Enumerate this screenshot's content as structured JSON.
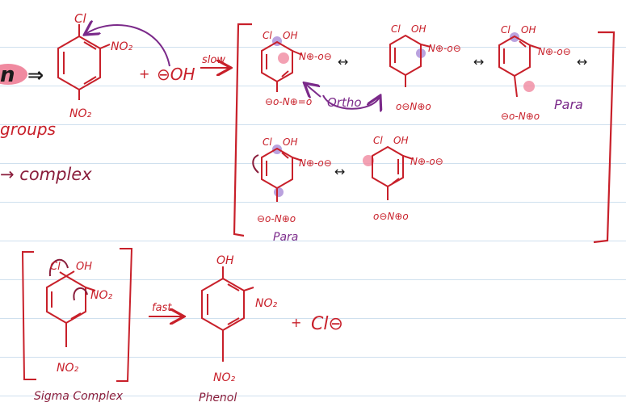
{
  "colors": {
    "ink": "#c8202a",
    "purple": "#7b2a8a",
    "maroon": "#8a1e3c",
    "highlight_purple": "#a98bd6",
    "highlight_pink": "#f08aa0",
    "ruling": "#cfe0ee"
  },
  "left_fragment": {
    "label": "n",
    "arrow": "⇒",
    "groups": "groups",
    "complex": "→ complex"
  },
  "reaction": {
    "cl": "Cl",
    "no2": "NO₂",
    "plus": "+",
    "oh": "⊖OH",
    "slow": "slow"
  },
  "resonance": {
    "ortho": "Ortho",
    "para_1": "Para",
    "para_2": "Para",
    "double_arrow": "↔"
  },
  "products": {
    "sigma_complex": "Sigma Complex",
    "phenol": "Phenol",
    "fast": "fast",
    "oh": "OH",
    "no2": "NO₂",
    "plus": "+",
    "cl_minus": "Cl⊖"
  },
  "icons": [
    "curved-arrow-icon",
    "resonance-arrow-icon",
    "reaction-arrow-icon",
    "bracket-icon"
  ]
}
